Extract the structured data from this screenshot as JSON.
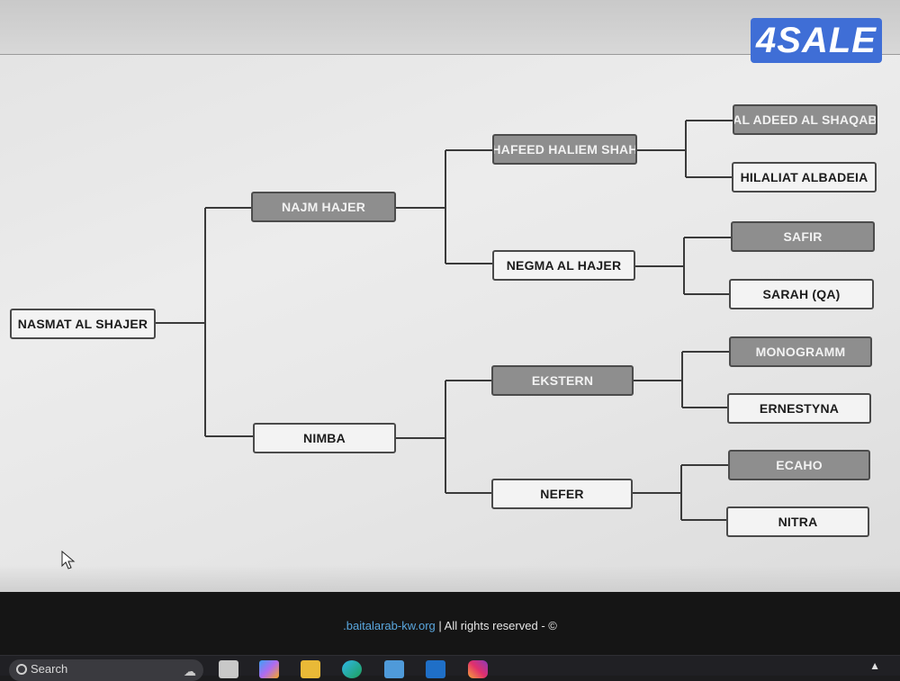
{
  "pedigree": {
    "root": "NASMAT AL SHAJER",
    "sire": "NAJM HAJER",
    "dam": "NIMBA",
    "sire_sire": "HAFEED HALIEM SHAH",
    "sire_dam": "NEGMA AL HAJER",
    "dam_sire": "EKSTERN",
    "dam_dam": "NEFER",
    "sire_sire_sire": "AL ADEED AL SHAQAB",
    "sire_sire_dam": "HILALIAT ALBADEIA",
    "sire_dam_sire": "SAFIR",
    "sire_dam_dam": "SARAH (QA)",
    "dam_sire_sire": "MONOGRAMM",
    "dam_sire_dam": "ERNESTYNA",
    "dam_dam_sire": "ECAHO",
    "dam_dam_dam": "NITRA"
  },
  "footer": {
    "site": ".baitalarab-kw.org",
    "rights": " | All rights reserved - ©"
  },
  "taskbar": {
    "search_placeholder": "Search"
  },
  "watermark": {
    "text": "4SALE",
    "color": "#3f6ed6"
  },
  "colors": {
    "male_box": "#8e8e8e",
    "female_box": "#f3f3f3",
    "connector": "#3a3a3a"
  }
}
